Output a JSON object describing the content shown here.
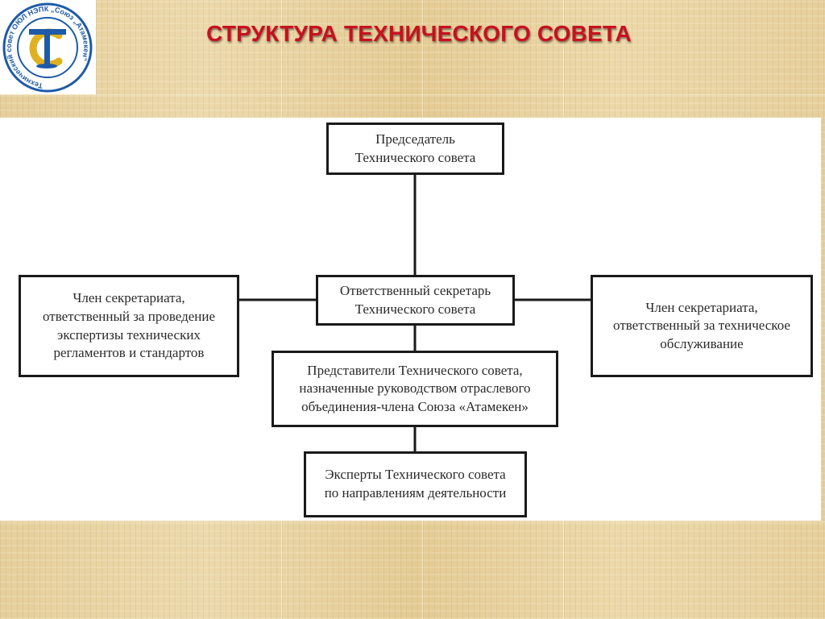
{
  "slide": {
    "title": "СТРУКТУРА ТЕХНИЧЕСКОГО СОВЕТА"
  },
  "logo": {
    "ring_text": "Технический совет ОЮЛ НЭПК „Союз „Атамекен\"",
    "monogram": "ТС"
  },
  "diagram": {
    "chairman": "Председатель\nТехнического совета",
    "secretary": "Ответственный секретарь\nТехнического совета",
    "left_member": "Член секретариата,\nответственный за проведение\nэкспертизы технических\nрегламентов и стандартов",
    "right_member": "Член секретариата,\nответственный за техническое\nобслуживание",
    "representatives": "Представители Технического совета,\nназначенные руководством отраслевого\nобъединения-члена Союза «Атамекен»",
    "experts": "Эксперты Технического совета\nпо направлениям деятельности"
  },
  "colors": {
    "title": "#c8101e",
    "logo_ring": "#1e5aa8",
    "logo_accent": "#e0b020",
    "box_border": "#1a1a1a"
  }
}
